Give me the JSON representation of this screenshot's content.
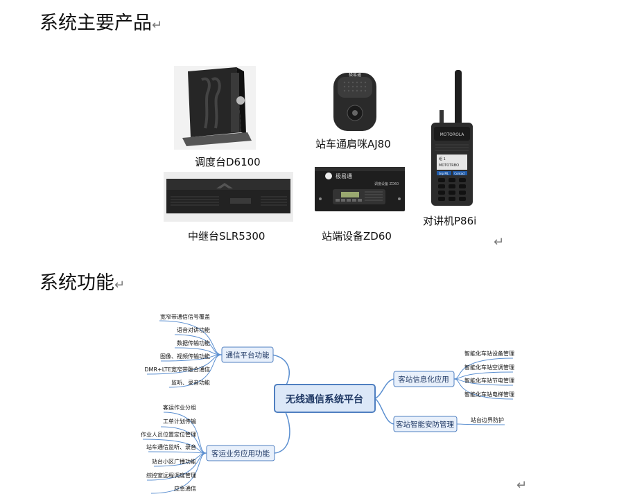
{
  "heading1": "系统主要产品",
  "heading2": "系统功能",
  "return_mark": "↵",
  "products": {
    "d6100": "调度台D6100",
    "aj80": "站车通肩咪AJ80",
    "p86i": "对讲机P86i",
    "slr5300": "中继台SLR5300",
    "zd60": "站端设备ZD60"
  },
  "device_labels": {
    "aj80_brand": "极易通",
    "zd60_brand": "极易通",
    "zd60_model": "调度设备 ZD60",
    "p86i_screen_1": "组 1",
    "p86i_screen_2": "MOTOTRBO",
    "p86i_btn_1": "Grp ML",
    "p86i_btn_2": "Contact",
    "p86i_brand": "MOTOROLA"
  },
  "mindmap": {
    "center": "无线通信系统平台",
    "branches": [
      {
        "label": "通信平台功能",
        "items": [
          "宽窄带通信信号覆盖",
          "语音对讲功能",
          "数据传输功能",
          "图像、视频传输功能",
          "DMR+LTE宽窄带融合通信",
          "监听、录音功能"
        ]
      },
      {
        "label": "客运业务应用功能",
        "items": [
          "客运作业分组",
          "工单计划传输",
          "作业人员位置定位管理",
          "站车通信监听、录音",
          "站台小区广播功能",
          "综控室远程调度管理",
          "应急通信"
        ]
      },
      {
        "label": "客站信息化应用",
        "items": [
          "智能化车站设备管理",
          "智能化车站空调管理",
          "智能化车站节电管理",
          "智能化车站电梯管理"
        ]
      },
      {
        "label": "客站智能安防管理",
        "items": [
          "站台边界防护"
        ]
      }
    ]
  },
  "colors": {
    "mindmap_line": "#5b8fd0",
    "node_fill": "#e8f0fb",
    "center_fill": "#dce8f8",
    "node_border": "#4f7fc0"
  }
}
